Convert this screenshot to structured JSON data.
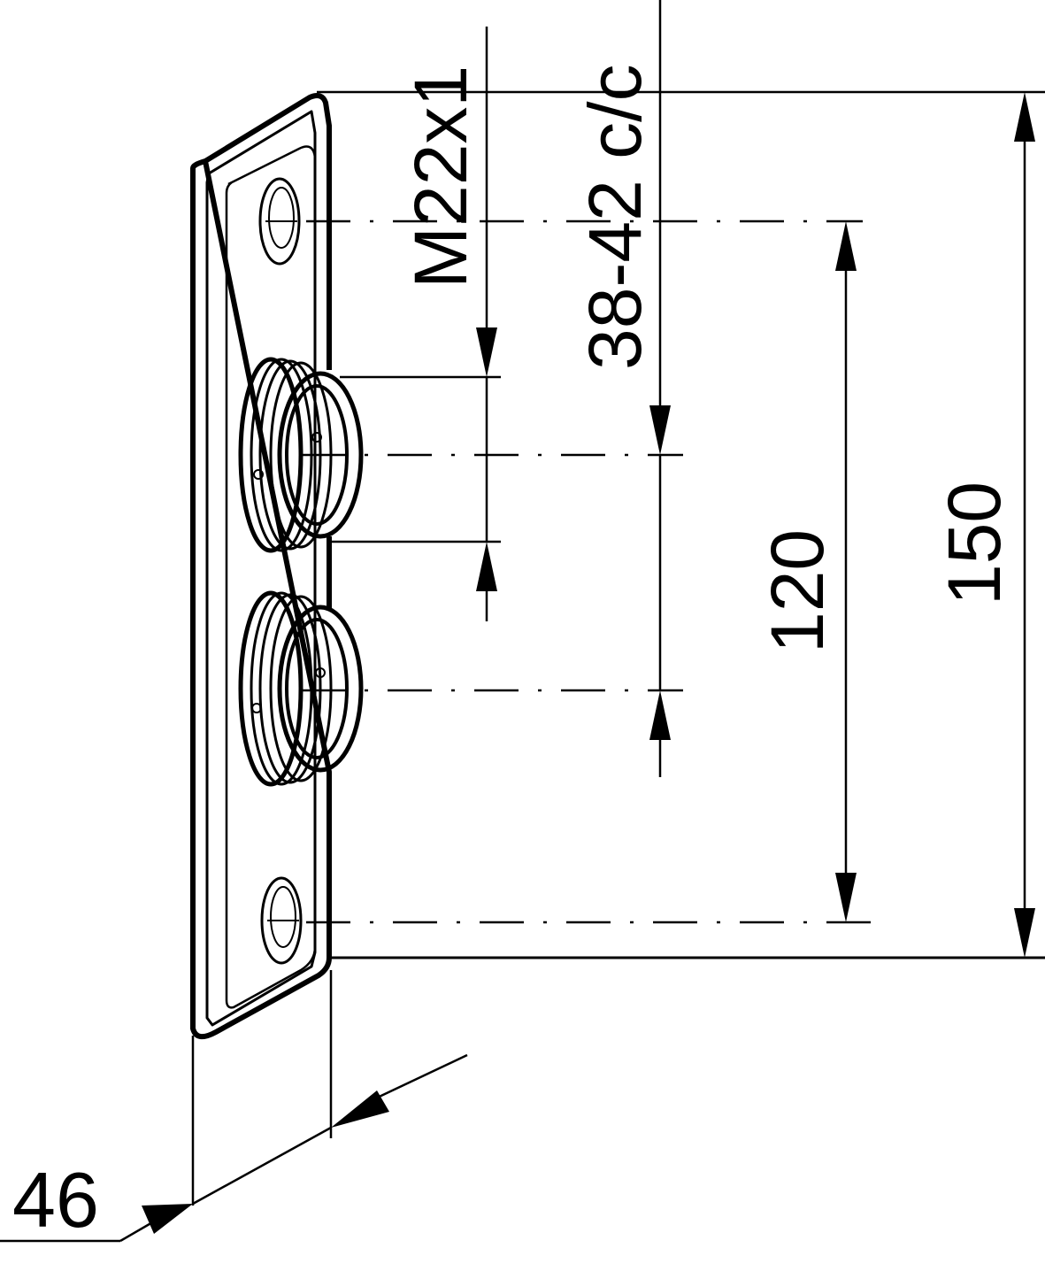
{
  "labels": {
    "thread": "M22x1",
    "spacing": "38-42 c/c",
    "hole_center": "120",
    "plate_height": "150",
    "depth": "46"
  },
  "colors": {
    "ink": "#000000",
    "paper": "#ffffff"
  }
}
